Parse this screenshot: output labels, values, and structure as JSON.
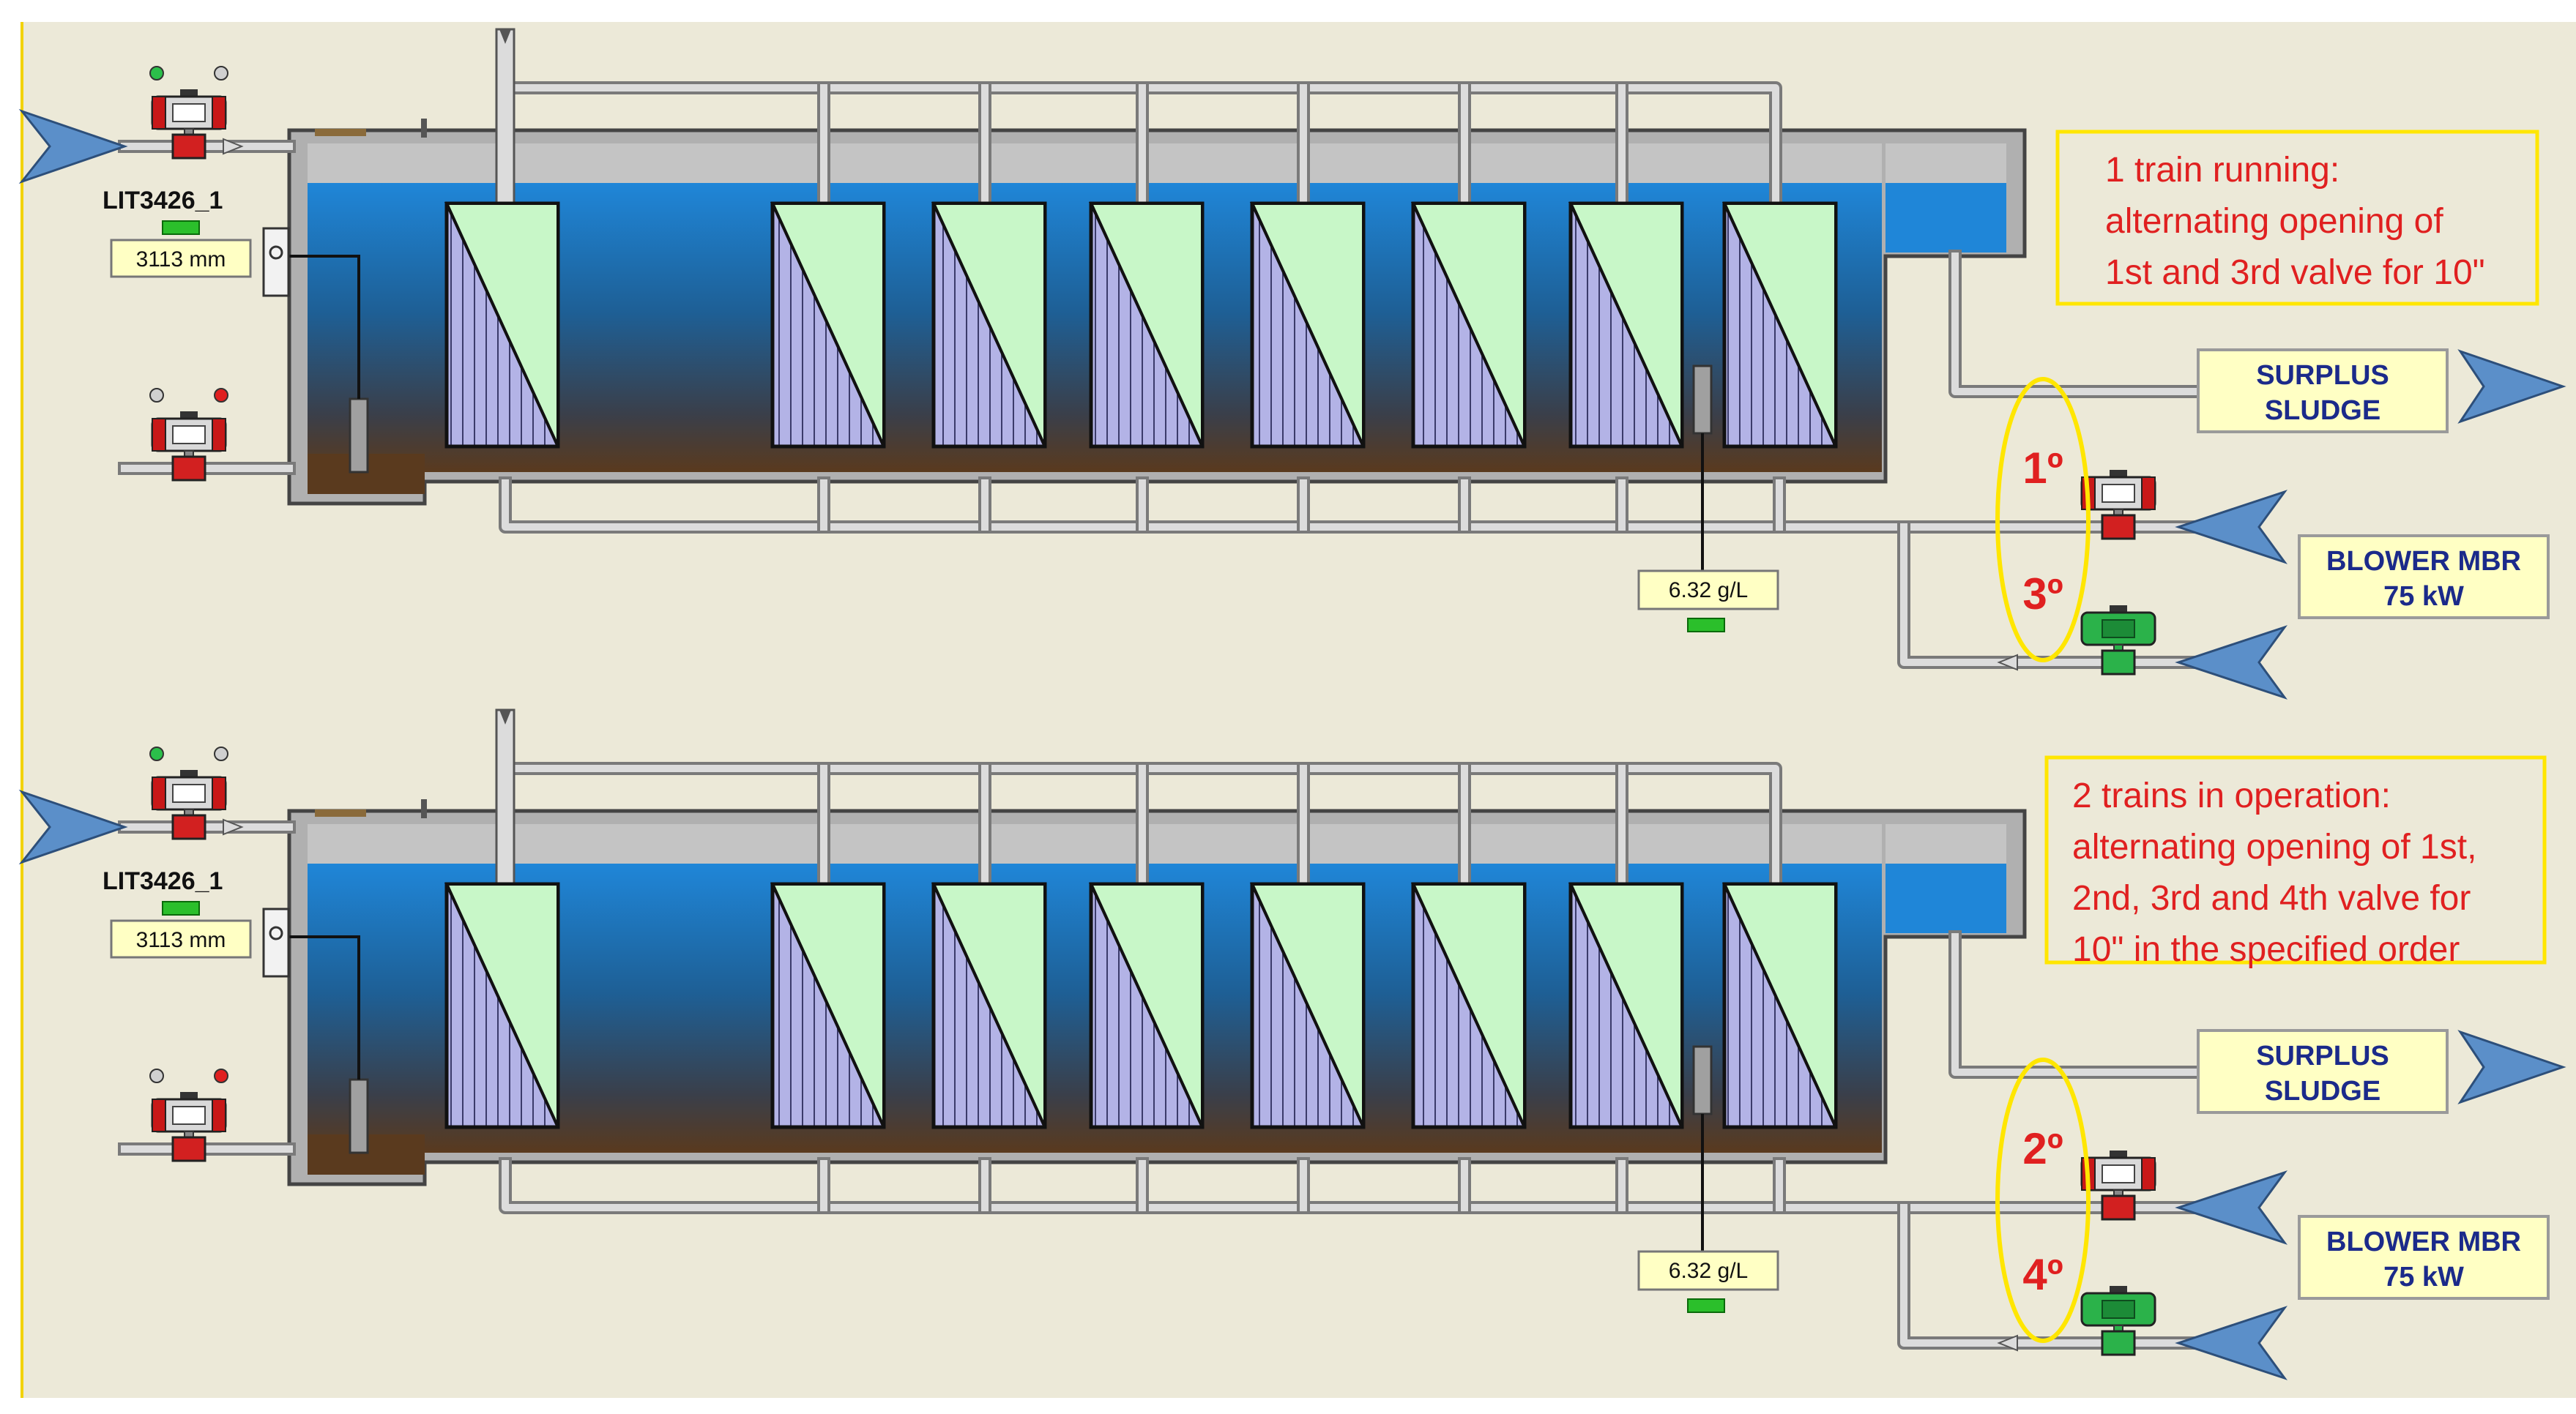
{
  "colors": {
    "background": "#ece9d8",
    "tank_gray": "#b8b8b8",
    "water_top": "#1f86d8",
    "sludge_bottom": "#5a3a1e",
    "membrane_green": "#c8f7c8",
    "membrane_purple": "#b3b3e6",
    "pipe": "#d6d6d6",
    "valve_red": "#d22020",
    "valve_green": "#2bb24a",
    "arrow_blue": "#5b8fc9",
    "label_yellow": "#ffffc4",
    "note_red": "#e02020",
    "ellipse_yellow": "#ffe600"
  },
  "trains": [
    {
      "level_tag": "LIT3426_1",
      "level_value": "3113 mm",
      "concentration": "6.32 g/L",
      "surplus_label_1": "SURPLUS",
      "surplus_label_2": "SLUDGE",
      "blower_label_1": "BLOWER MBR",
      "blower_label_2": "75 kW",
      "valve_order_upper": "1º",
      "valve_order_lower": "3º",
      "note_lines": [
        "1 train running:",
        "alternating opening of",
        "1st and 3rd valve for 10\""
      ]
    },
    {
      "level_tag": "LIT3426_1",
      "level_value": "3113 mm",
      "concentration": "6.32 g/L",
      "surplus_label_1": "SURPLUS",
      "surplus_label_2": "SLUDGE",
      "blower_label_1": "BLOWER MBR",
      "blower_label_2": "75 kW",
      "valve_order_upper": "2º",
      "valve_order_lower": "4º",
      "note_lines": [
        "2 trains in operation:",
        "alternating opening of 1st,",
        "2nd, 3rd and 4th valve for",
        "10\" in the specified order"
      ]
    }
  ],
  "icons": {
    "inlet_arrow": "flow-arrow-icon",
    "valve": "pneumatic-valve-icon",
    "membrane": "membrane-module-icon",
    "level_sensor": "level-sensor-icon"
  }
}
